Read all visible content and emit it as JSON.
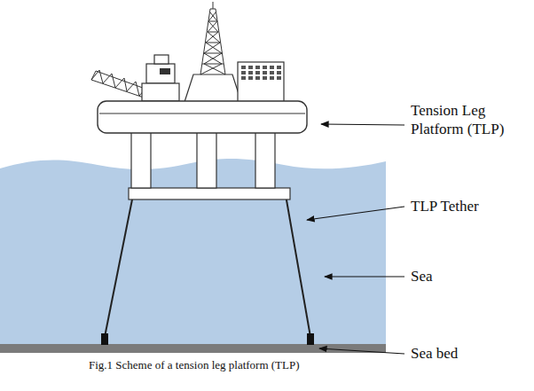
{
  "diagram": {
    "caption": "Fig.1 Scheme of a tension leg platform (TLP)",
    "labels": [
      "Tension Leg Platform (TLP)",
      "TLP Tether",
      "Sea",
      "Sea bed"
    ]
  }
}
